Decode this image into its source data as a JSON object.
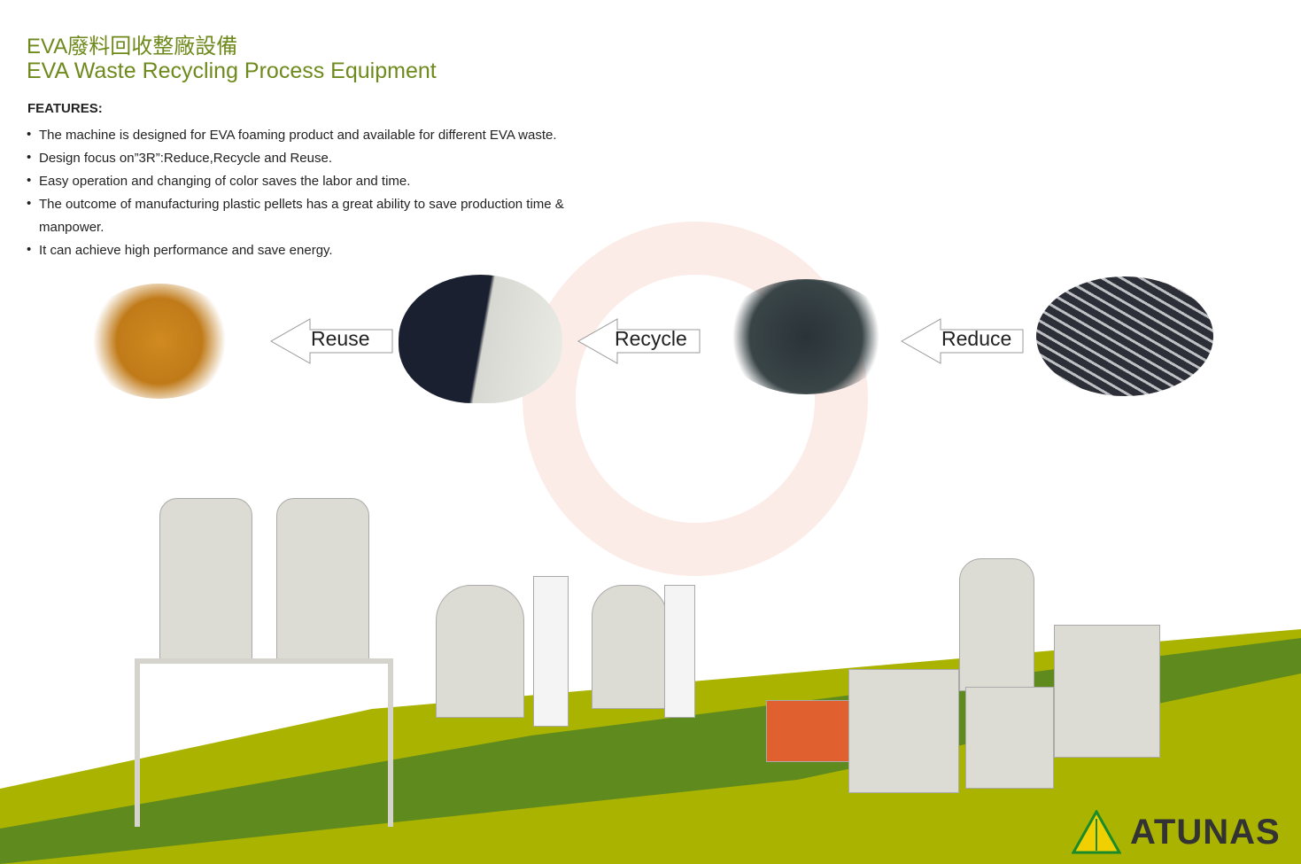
{
  "title_zh": "EVA廢料回收整廠設備",
  "title_en": "EVA Waste Recycling Process Equipment",
  "features_heading": "FEATURES:",
  "features": [
    "The machine is designed for EVA foaming product and available for different EVA waste.",
    "Design focus on”3R”:Reduce,Recycle and Reuse.",
    "Easy operation and changing of color saves the labor and time.",
    "The outcome of manufacturing plastic pellets has a great ability to save production time & manpower.",
    "It can achieve high performance and save energy."
  ],
  "process": {
    "reuse": "Reuse",
    "recycle": "Recycle",
    "reduce": "Reduce"
  },
  "brand": "ATUNAS",
  "colors": {
    "title": "#6f8a1c",
    "ground_light": "#a9b300",
    "ground_dark": "#5f8a1e"
  }
}
